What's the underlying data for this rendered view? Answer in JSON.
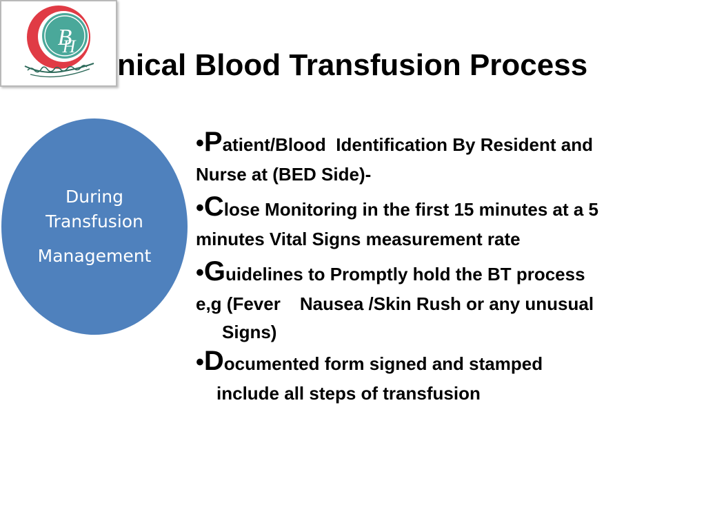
{
  "title": "nical Blood Transfusion Process",
  "logo": {
    "letters": "BH",
    "colors": {
      "ring": "#e03b45",
      "fill": "#4aa89a",
      "script": "#2d6a5a"
    }
  },
  "oval": {
    "line1": "During",
    "line2": "Transfusion",
    "line3": "Management",
    "color": "#4f81bd"
  },
  "bullets": [
    {
      "dot": "•",
      "initial": "P",
      "rest": "atient/Blood  Identification By Resident and",
      "line2": "Nurse at (BED Side)-"
    },
    {
      "dot": "•",
      "initial": "C",
      "rest": "lose Monitoring in the first 15 minutes at a 5",
      "line2": "minutes Vital Signs measurement rate"
    },
    {
      "dot": "•",
      "initial": "G",
      "rest": "uidelines to Promptly hold the BT process",
      "line2a": "e,g (Fever",
      "line2b": "Nausea /Skin Rush or any unusual",
      "line3": "Signs)"
    },
    {
      "dot": "•",
      "initial": "D",
      "rest": "ocumented form signed and stamped",
      "line2": "include all steps of transfusion"
    }
  ]
}
